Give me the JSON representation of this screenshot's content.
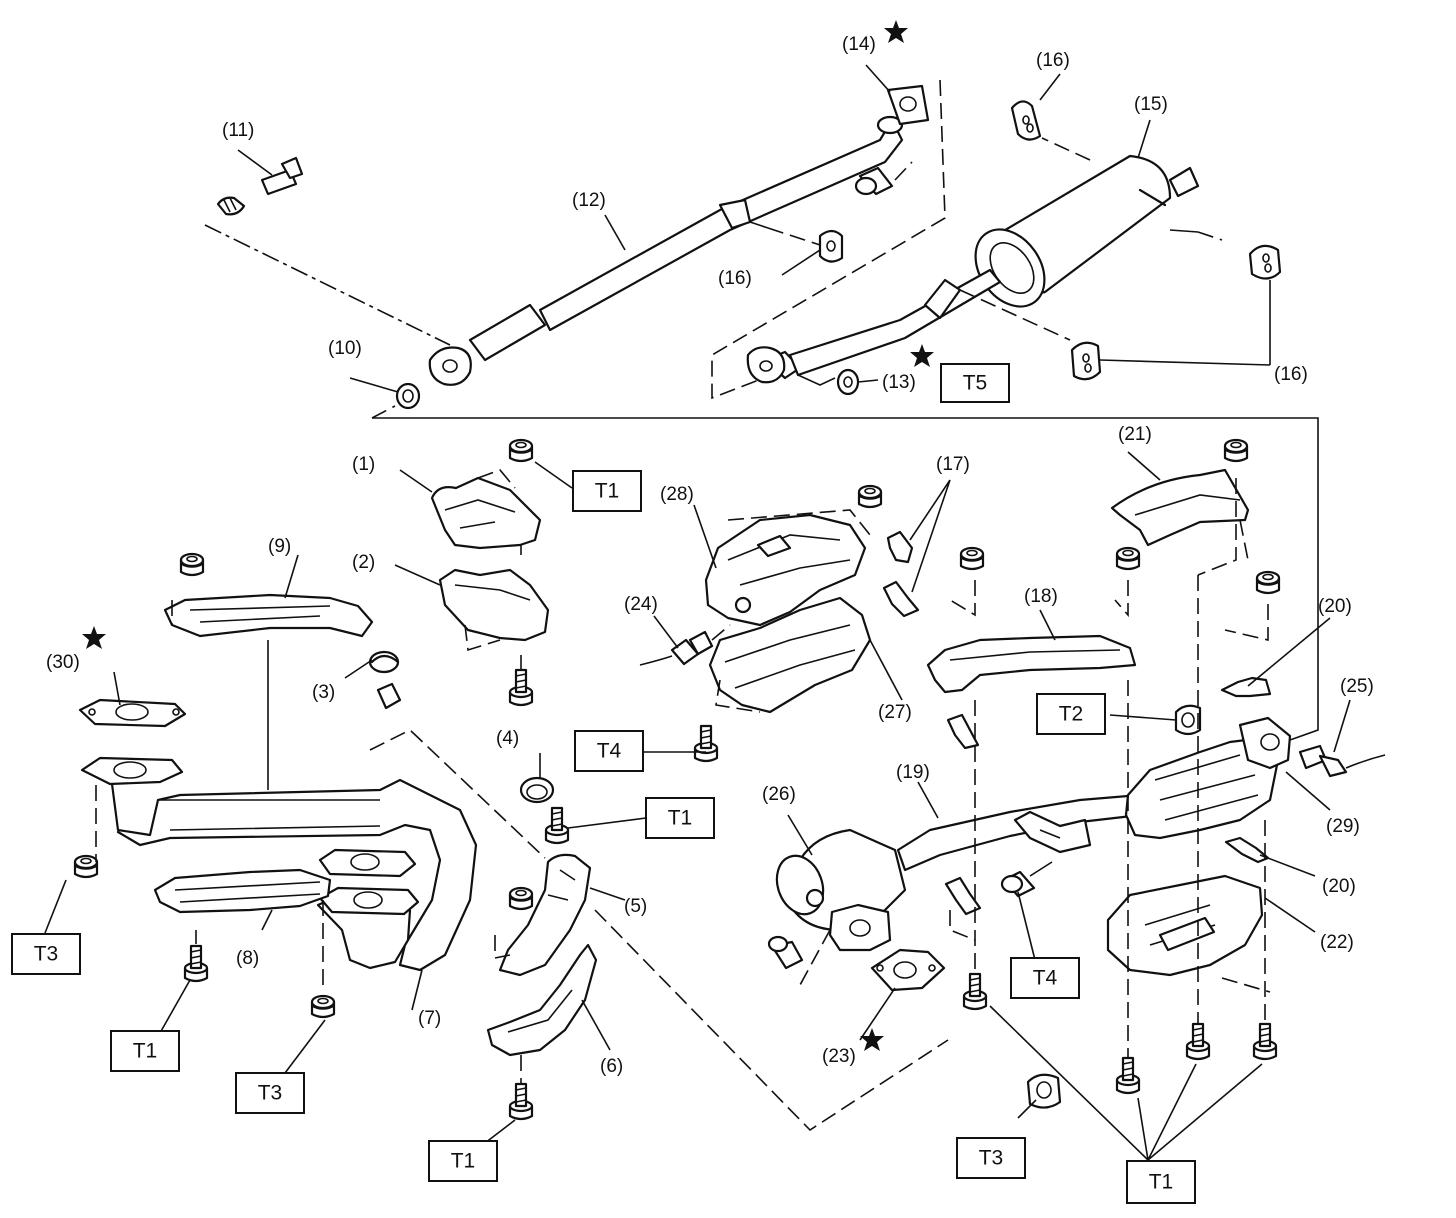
{
  "labels": {
    "p1": "(1)",
    "p2": "(2)",
    "p3": "(3)",
    "p4": "(4)",
    "p5": "(5)",
    "p6": "(6)",
    "p7": "(7)",
    "p8": "(8)",
    "p9": "(9)",
    "p10": "(10)",
    "p11": "(11)",
    "p12": "(12)",
    "p13": "(13)",
    "p14": "(14)",
    "p15": "(15)",
    "p16": "(16)",
    "p17": "(17)",
    "p18": "(18)",
    "p19": "(19)",
    "p20": "(20)",
    "p21": "(21)",
    "p22": "(22)",
    "p23": "(23)",
    "p24": "(24)",
    "p25": "(25)",
    "p26": "(26)",
    "p27": "(27)",
    "p28": "(28)",
    "p29": "(29)",
    "p30": "(30)"
  },
  "torque": {
    "t1": "T1",
    "t2": "T2",
    "t3": "T3",
    "t4": "T4",
    "t5": "T5"
  },
  "colors": {
    "ink": "#111111",
    "paper": "#ffffff"
  }
}
